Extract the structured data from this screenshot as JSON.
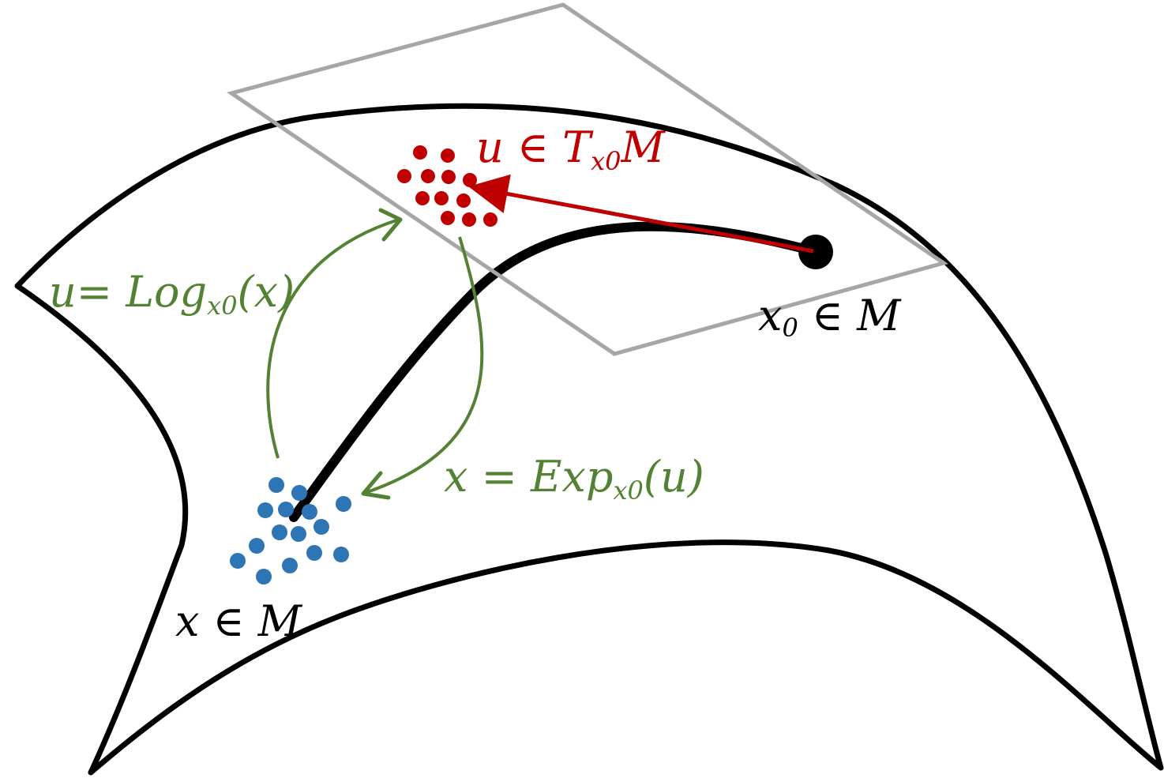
{
  "labels": {
    "tangent_vector": {
      "main": "u ∈ T",
      "sub": "x0",
      "tail": "M"
    },
    "base_point": {
      "main": "x",
      "sub": "0",
      "tail": " ∈ M"
    },
    "log_map": {
      "main": "u= Log",
      "sub": "x0",
      "tail": "(x)"
    },
    "exp_map": {
      "main": "x = Exp",
      "sub": "x0",
      "tail": "(u)"
    },
    "manifold_points": {
      "main": "x ∈ M"
    }
  },
  "colors": {
    "manifold": "#000000",
    "tangent_plane": "#a6a6a6",
    "tangent_points": "#c00000",
    "manifold_points": "#2e75b6",
    "map_arrows": "#548235"
  }
}
